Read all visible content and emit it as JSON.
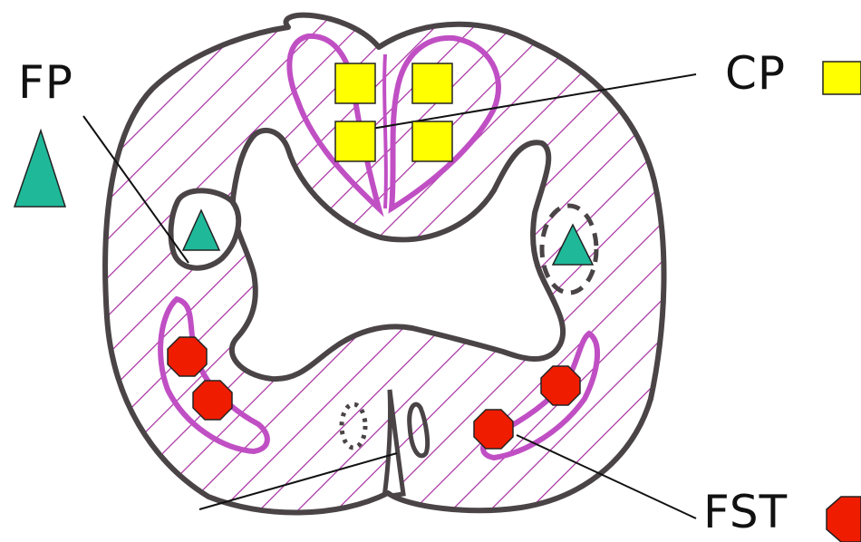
{
  "labels": {
    "fp": "FP",
    "cp": "CP",
    "fst": "FST"
  },
  "colors": {
    "outline": "#4a4446",
    "tract": "#c04fc4",
    "hatch": "#a62ca0",
    "cp_marker": "#ffff00",
    "fp_marker": "#1fb99a",
    "fst_marker": "#f01c00",
    "pointer": "#111111"
  },
  "legend": [
    {
      "label_key": "fp",
      "shape": "triangle-icon"
    },
    {
      "label_key": "cp",
      "shape": "square-icon"
    },
    {
      "label_key": "fst",
      "shape": "octagon-icon"
    }
  ]
}
